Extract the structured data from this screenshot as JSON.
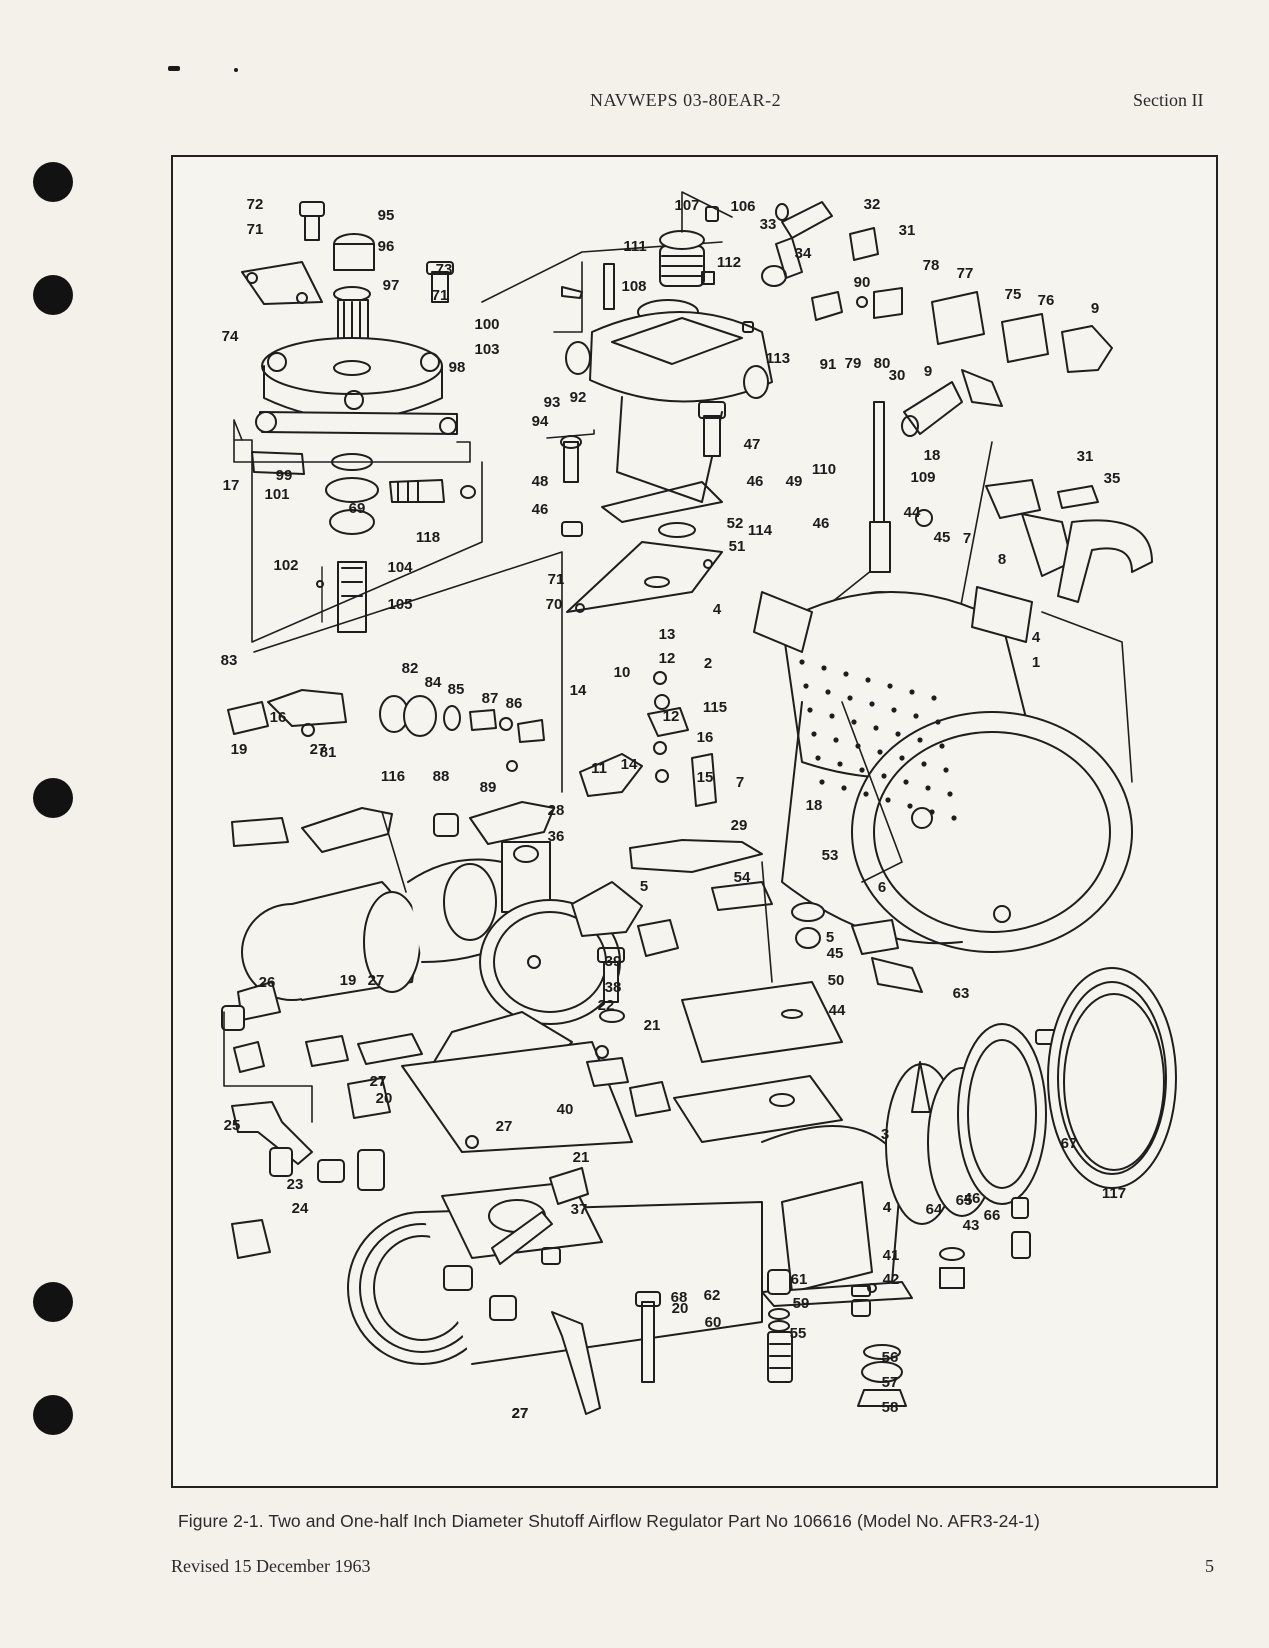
{
  "header": {
    "document_number": "NAVWEPS 03-80EAR-2",
    "section": "Section II"
  },
  "figure": {
    "caption": "Figure 2-1.  Two and One-half Inch Diameter Shutoff Airflow Regulator Part No  106616 (Model No. AFR3-24-1)",
    "callouts": [
      "1",
      "2",
      "3",
      "4",
      "4",
      "4",
      "4",
      "5",
      "5",
      "6",
      "7",
      "7",
      "8",
      "9",
      "9",
      "10",
      "11",
      "12",
      "12",
      "13",
      "14",
      "14",
      "15",
      "16",
      "16",
      "17",
      "18",
      "18",
      "19",
      "19",
      "20",
      "20",
      "21",
      "21",
      "22",
      "23",
      "24",
      "25",
      "26",
      "27",
      "27",
      "27",
      "27",
      "27",
      "27",
      "28",
      "29",
      "30",
      "31",
      "31",
      "32",
      "33",
      "34",
      "35",
      "36",
      "37",
      "38",
      "39",
      "40",
      "41",
      "42",
      "43",
      "44",
      "44",
      "45",
      "45",
      "46",
      "46",
      "46",
      "46",
      "47",
      "48",
      "49",
      "50",
      "51",
      "52",
      "53",
      "54",
      "55",
      "56",
      "57",
      "58",
      "59",
      "60",
      "61",
      "62",
      "63",
      "64",
      "65",
      "66",
      "67",
      "68",
      "69",
      "70",
      "71",
      "71",
      "71",
      "72",
      "73",
      "74",
      "75",
      "76",
      "77",
      "78",
      "79",
      "80",
      "81",
      "82",
      "83",
      "84",
      "85",
      "86",
      "87",
      "88",
      "89",
      "90",
      "91",
      "92",
      "93",
      "94",
      "95",
      "96",
      "97",
      "98",
      "99",
      "100",
      "101",
      "102",
      "103",
      "104",
      "105",
      "106",
      "107",
      "108",
      "109",
      "110",
      "111",
      "112",
      "113",
      "114",
      "115",
      "116",
      "117",
      "118"
    ]
  },
  "footer": {
    "revision": "Revised 15 December 1963",
    "page_number": "5"
  }
}
